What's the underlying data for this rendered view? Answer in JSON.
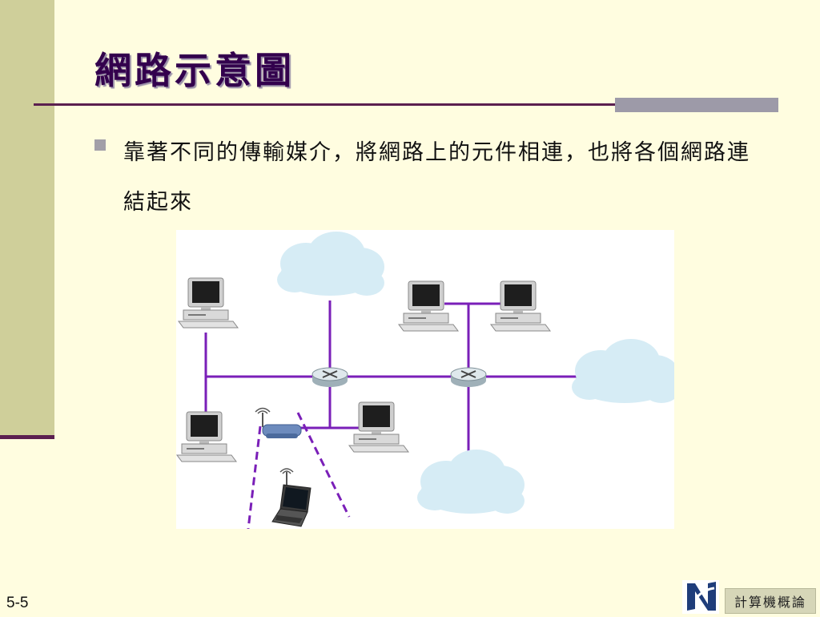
{
  "slide": {
    "title": "網路示意圖",
    "bullet_text": "靠著不同的傳輸媒介，將網路上的元件相連，也將各個網路連結起來",
    "page_number": "5-5",
    "course_label": "計算機概論"
  },
  "colors": {
    "background": "#fffde0",
    "sidebar": "#cfcf9a",
    "rule": "#5b1f4f",
    "title": "#33004d",
    "link": "#7a1fb8",
    "logo": "#1f3d7a"
  },
  "diagram": {
    "icons": [
      "cloud-icon",
      "desktop-computer-icon",
      "router-icon",
      "wireless-access-point-icon",
      "laptop-icon"
    ]
  }
}
